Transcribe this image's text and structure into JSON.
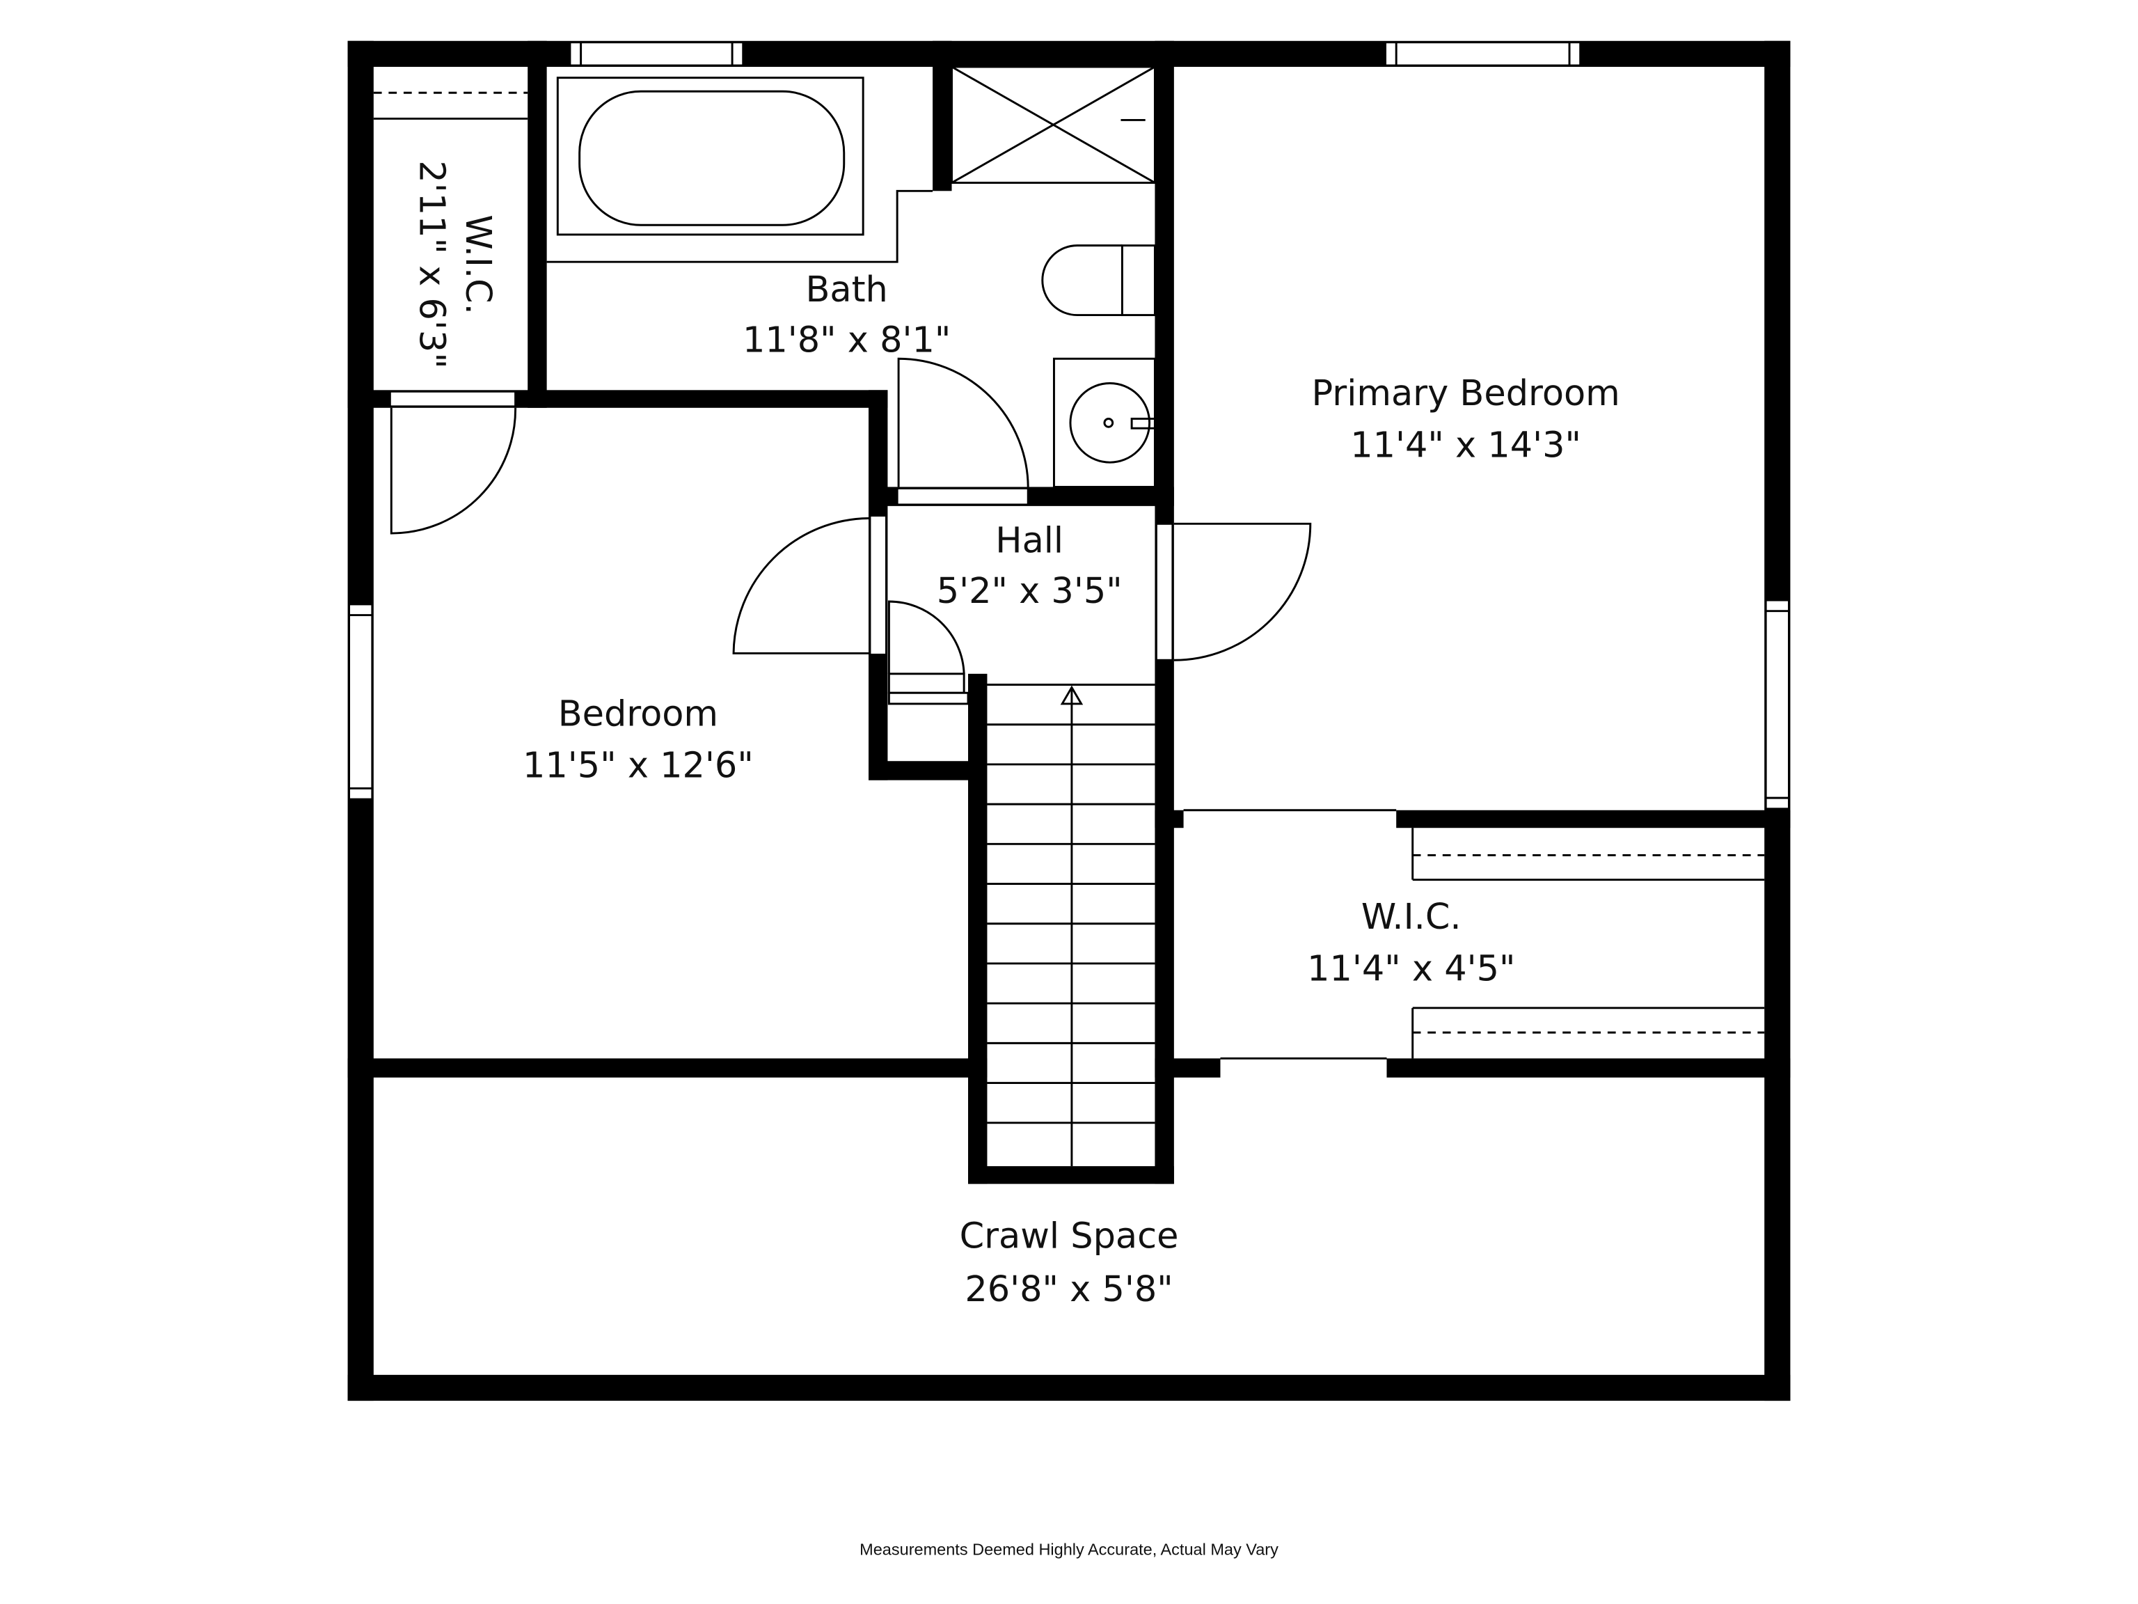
{
  "rooms": [
    {
      "name": "W.I.C.",
      "size": "2'11\" x 6'3\""
    },
    {
      "name": "Bath",
      "size": "11'8\" x 8'1\""
    },
    {
      "name": "Primary Bedroom",
      "size": "11'4\" x 14'3\""
    },
    {
      "name": "Hall",
      "size": "5'2\" x 3'5\""
    },
    {
      "name": "Bedroom",
      "size": "11'5\" x 12'6\""
    },
    {
      "name": "W.I.C.",
      "size": "11'4\" x 4'5\""
    },
    {
      "name": "Crawl Space",
      "size": "26'8\" x 5'8\""
    }
  ],
  "footer": "Measurements Deemed Highly Accurate, Actual May Vary",
  "colors": {
    "wall": "#000000",
    "background": "#ffffff"
  }
}
